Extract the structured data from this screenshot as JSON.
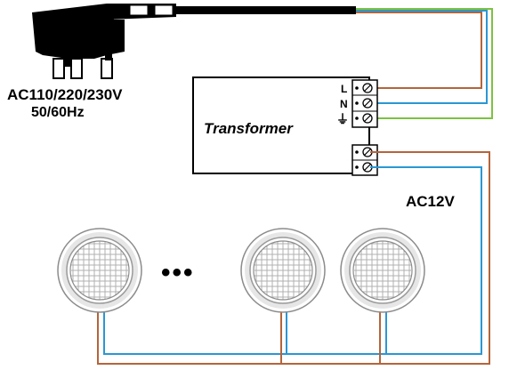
{
  "supply": {
    "voltage": "AC110/220/230V",
    "frequency": "50/60Hz"
  },
  "transformer": {
    "label": "Transformer",
    "terminal_L": "L",
    "terminal_N": "N",
    "terminal_ground": "⏚"
  },
  "output": {
    "voltage": "AC12V"
  },
  "lights": {
    "ellipsis": "•••"
  },
  "colors": {
    "live_wire": "#b5643a",
    "neutral_wire": "#2b97d4",
    "earth_wire": "#7cc242",
    "outline": "#000000",
    "light_rim": "#8c8c8c",
    "light_mesh": "#b0b0b0"
  },
  "icons": [
    "plug-icon",
    "ground-icon",
    "downlight-icon",
    "screw-terminal-icon"
  ]
}
